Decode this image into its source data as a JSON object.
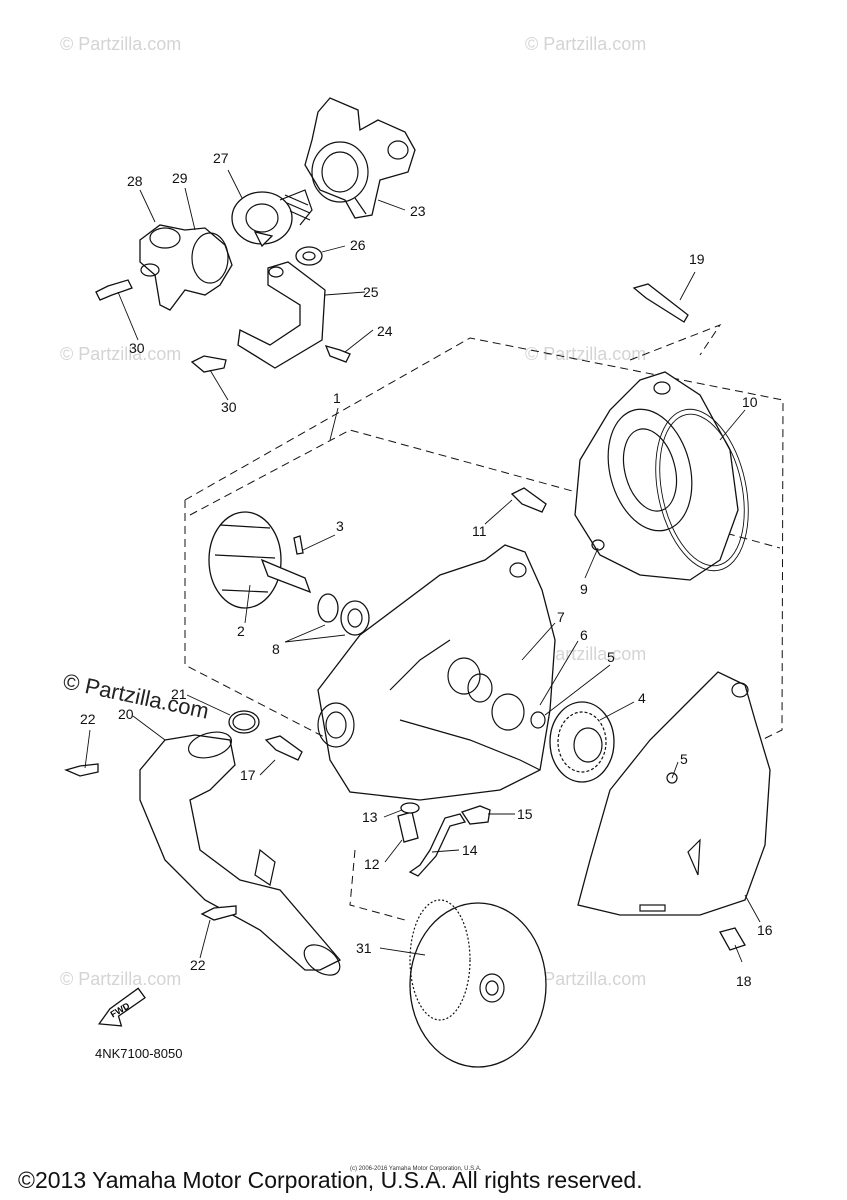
{
  "watermark": "© Partzilla.com",
  "callouts": [
    "1",
    "2",
    "3",
    "4",
    "5",
    "5",
    "6",
    "7",
    "8",
    "9",
    "10",
    "11",
    "12",
    "13",
    "14",
    "15",
    "16",
    "17",
    "18",
    "19",
    "20",
    "21",
    "22",
    "22",
    "23",
    "24",
    "25",
    "26",
    "27",
    "28",
    "29",
    "30",
    "30",
    "31"
  ],
  "fwd_label": "FWD",
  "diagram_code": "4NK7100-8050",
  "small_credit": "(c) 2006-2016 Yamaha Motor Corporation, U.S.A.",
  "footer": "©2013 Yamaha Motor Corporation, U.S.A. All rights reserved."
}
